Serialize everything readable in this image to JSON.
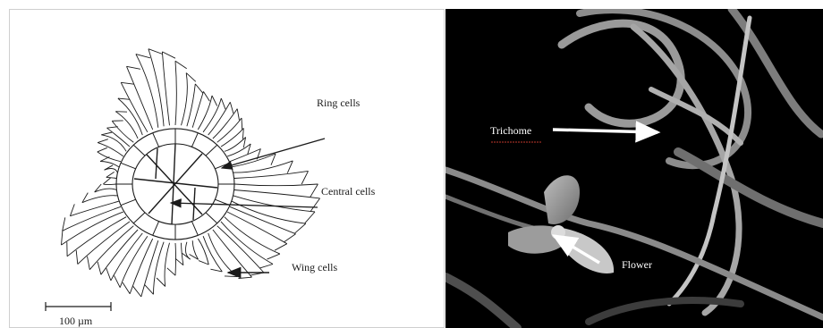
{
  "left_panel": {
    "labels": {
      "ring_cells": "Ring cells",
      "central_cells": "Central cells",
      "wing_cells": "Wing cells",
      "scale_bar": "100 µm"
    }
  },
  "right_panel": {
    "labels": {
      "trichome": "Trichome",
      "flower": "Flower"
    }
  },
  "colors": {
    "line": "#1a1a1a",
    "photo_background": "#000000",
    "label_light": "#ffffff",
    "trichome_underline": "#c0392b"
  }
}
